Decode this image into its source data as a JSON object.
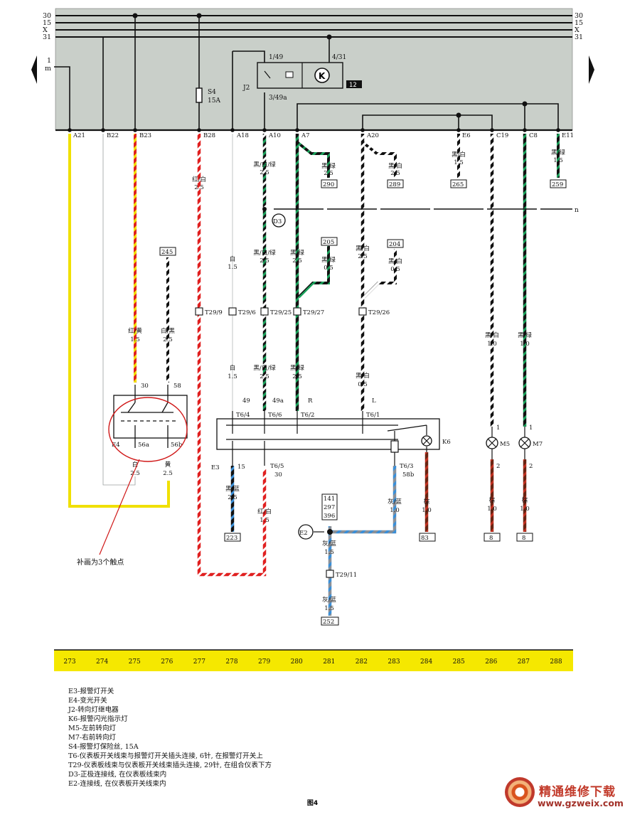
{
  "rails": [
    "30",
    "15",
    "X",
    "31"
  ],
  "terminal_label": {
    "n1": "1",
    "n2": "m"
  },
  "fuse": {
    "id": "S4",
    "rating": "15A"
  },
  "relay": {
    "name": "J2",
    "pin_in": "1/49",
    "pin_gnd": "4/31",
    "pin_out": "3/49a",
    "symbol": "K",
    "ref": "12"
  },
  "connectors_top": [
    "A21",
    "B22",
    "B23",
    "B28",
    "A18",
    "A10",
    "A7",
    "A20",
    "E6",
    "C19",
    "C8",
    "E11"
  ],
  "wires_top": [
    {
      "color": "黑/白/绿",
      "size": "2.5"
    },
    {
      "color": "黑/绿",
      "size": "2.5"
    },
    {
      "color": "黑/白",
      "size": "2.5"
    },
    {
      "color": "黑/白",
      "size": "1.5"
    },
    {
      "color": "黑/绿",
      "size": "1.5"
    }
  ],
  "refs_top": [
    "290",
    "289",
    "265",
    "259"
  ],
  "node_d3": "D3",
  "line_n": "n",
  "wire_b28": {
    "color": "红/白",
    "size": "2.5"
  },
  "mid_wires": [
    {
      "color": "白",
      "size": "1.5"
    },
    {
      "color": "黑/白/绿",
      "size": "2.5"
    },
    {
      "color": "黑/绿",
      "size": "2.5"
    },
    {
      "color": "黑/白",
      "size": "2.5"
    },
    {
      "color": "黑/绿",
      "size": "0.5"
    },
    {
      "color": "黑/白",
      "size": "0.5"
    }
  ],
  "refs_mid": [
    "245",
    "205",
    "204"
  ],
  "t29_pins": [
    "T29/9",
    "T29/6",
    "T29/25",
    "T29/27",
    "T29/26",
    "T29/11"
  ],
  "wire_e4_in": [
    {
      "color": "红/黄",
      "size": "1.5"
    },
    {
      "color": "白/黑",
      "size": "2.5"
    }
  ],
  "e4": {
    "name": "E4",
    "pins": [
      "30",
      "58",
      "56a",
      "56b"
    ]
  },
  "e4_out": [
    {
      "color": "白",
      "size": "2.5"
    },
    {
      "color": "黄",
      "size": "2.5"
    }
  ],
  "k6_in_wires": [
    {
      "color": "白",
      "size": "1.5"
    },
    {
      "color": "黑/白/绿",
      "size": "2.5"
    },
    {
      "color": "黑/绿",
      "size": "2.5"
    },
    {
      "color": "黑/白",
      "size": "0.5"
    }
  ],
  "k6_labels": [
    "49",
    "49a",
    "R",
    "L"
  ],
  "t6_pins": [
    "T6/4",
    "T6/6",
    "T6/2",
    "T6/1",
    "T6/5",
    "T6/3"
  ],
  "e3_switch": {
    "name": "E3",
    "pin15": "15",
    "pin30": "30",
    "pin58b": "58b",
    "k6": "K6"
  },
  "lamps": [
    {
      "name": "M5",
      "pin1": "1",
      "pin2": "2"
    },
    {
      "name": "M7",
      "pin1": "1",
      "pin2": "2"
    }
  ],
  "lamp_wires_top": [
    {
      "color": "黑/白",
      "size": "1.0"
    },
    {
      "color": "黑/绿",
      "size": "1.0"
    }
  ],
  "lamp_wires_bottom": [
    {
      "color": "棕",
      "size": "1.0"
    },
    {
      "color": "棕",
      "size": "1.0"
    }
  ],
  "bottom_wires": [
    {
      "color": "黑/蓝",
      "size": "2.5"
    },
    {
      "color": "红/白",
      "size": "1.5"
    },
    {
      "color": "灰/蓝",
      "size": "1.0"
    },
    {
      "color": "棕",
      "size": "1.0"
    }
  ],
  "refs_bottom": [
    "223",
    "83",
    "8",
    "8"
  ],
  "e2": {
    "name": "E2",
    "refs": [
      "141",
      "297",
      "396"
    ],
    "wire1": {
      "color": "灰/蓝",
      "size": "1.5"
    },
    "wire2": {
      "color": "灰/蓝",
      "size": "1.5"
    },
    "ref": "252"
  },
  "annotation": "补画为3个触点",
  "ruler": [
    "273",
    "274",
    "275",
    "276",
    "277",
    "278",
    "279",
    "280",
    "281",
    "282",
    "283",
    "284",
    "285",
    "286",
    "287",
    "288"
  ],
  "legend": [
    "E3-报警灯开关",
    "E4-变光开关",
    "J2-转向灯继电器",
    "K6-报警闪光指示灯",
    "M5-左前转向灯",
    "M7-右前转向灯",
    "S4-报警灯保险丝, 15A",
    "T6-仪表板开关线束与报警灯开关插头连接, 6针, 在报警灯开关上",
    "T29-仪表板线束与仪表板开关线束插头连接, 29针, 在组合仪表下方",
    "D3-正极连接线, 在仪表板线束内",
    "E2-连接线, 在仪表板开关线束内"
  ],
  "caption": "图4",
  "watermark": {
    "title": "精通维修下载",
    "url": "www.gzweix.com"
  },
  "colors": {
    "panel": "#c9cfc9",
    "ruler": "#f5e800",
    "red": "#e02020",
    "yellow": "#f0e000",
    "green": "#1aa05a",
    "blue": "#3a8fd8",
    "brown": "#7a2a18",
    "annotation": "#d01818"
  }
}
